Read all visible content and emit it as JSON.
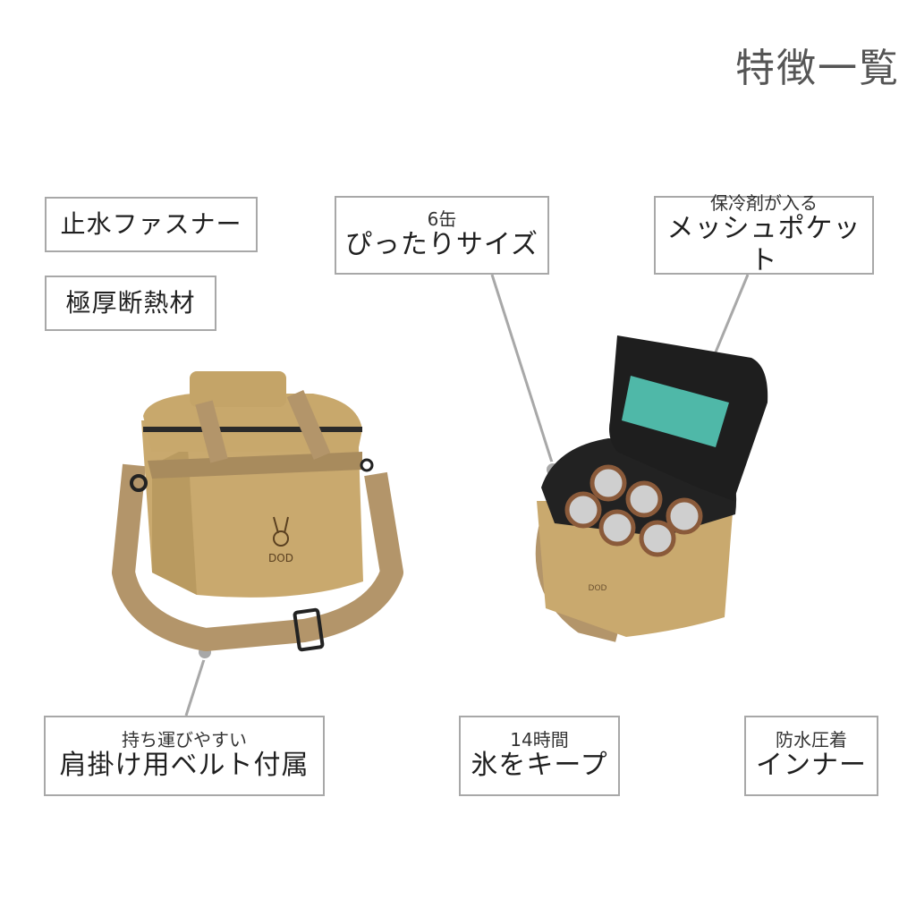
{
  "title": "特徴一覧",
  "features": {
    "zipper": {
      "main": "止水ファスナー"
    },
    "insulation": {
      "main": "極厚断熱材"
    },
    "six_cans": {
      "sub": "6缶",
      "main": "ぴったりサイズ"
    },
    "mesh_pocket": {
      "sub": "保冷剤が入る",
      "main": "メッシュポケット"
    },
    "shoulder_belt": {
      "sub": "持ち運びやすい",
      "main": "肩掛け用ベルト付属"
    },
    "ice_keep": {
      "sub": "14時間",
      "main": "氷をキープ"
    },
    "waterproof_inner": {
      "sub": "防水圧着",
      "main": "インナー"
    }
  },
  "product": {
    "brand_logo": "DOD",
    "colors": {
      "body": "#c9a96e",
      "strap": "#b3956a",
      "trim": "#2a2a2a",
      "ice_pack": "#4fb8a8"
    },
    "can_count": 6
  }
}
